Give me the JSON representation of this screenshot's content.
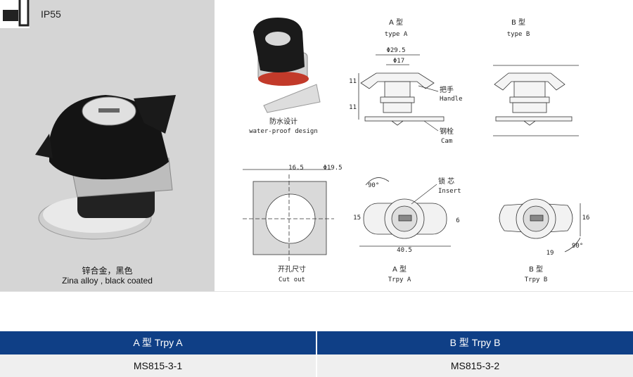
{
  "rating": "IP55",
  "photo_caption": {
    "cn": "锌合金，黑色",
    "en": "Zina alloy , black coated"
  },
  "waterproof": {
    "cn": "防水设计",
    "en": "water-proof design"
  },
  "type_a": {
    "cn": "A 型",
    "en": "type A"
  },
  "type_b": {
    "cn": "B 型",
    "en": "type B"
  },
  "dims": {
    "d295": "Φ29.5",
    "d17": "Φ17",
    "d11a": "11",
    "d11b": "11",
    "d165": "16.5",
    "d195": "Φ19.5",
    "d15": "15",
    "d6": "6",
    "d405": "40.5",
    "d16": "16",
    "d19": "19",
    "a90a": "90°",
    "a90b": "90°"
  },
  "parts": {
    "handle_cn": "把手",
    "handle_en": "Handle",
    "cam_cn": "钢栓",
    "cam_en": "Cam",
    "insert_cn": "锁 芯",
    "insert_en": "Insert"
  },
  "cutout": {
    "cn": "开孔尺寸",
    "en": "Cut out"
  },
  "front_a": {
    "cn": "A 型",
    "en": "Trpy A"
  },
  "front_b": {
    "cn": "B 型",
    "en": "Trpy B"
  },
  "table": {
    "headers": [
      "A 型  Trpy A",
      "B 型  Trpy B"
    ],
    "models": [
      "MS815-3-1",
      "MS815-3-2"
    ]
  },
  "colors": {
    "header_bg": "#0f3f86",
    "row_bg": "#efefef",
    "panel_bg": "#d5d5d5"
  }
}
